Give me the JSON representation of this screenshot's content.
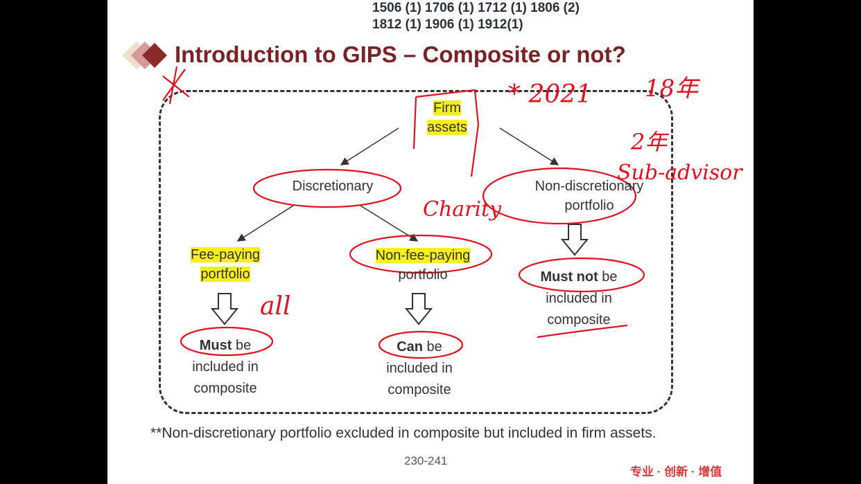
{
  "header_codes": {
    "line1": "1506 (1) 1706 (1) 1712 (1) 1806 (2)",
    "line2": "1812 (1) 1906 (1) 1912(1)"
  },
  "title": "Introduction to GIPS – Composite or not?",
  "nodes": {
    "firm_assets": [
      "Firm",
      "assets"
    ],
    "discretionary": "Discretionary",
    "non_discretionary": [
      "Non-discretionary",
      "portfolio"
    ],
    "fee_paying": [
      "Fee-paying",
      "portfolio"
    ],
    "non_fee_paying": [
      "Non-fee-paying",
      "portfolio"
    ],
    "must": {
      "bold": "Must",
      "rest": " be",
      "l2": "included in",
      "l3": "composite"
    },
    "can": {
      "bold": "Can",
      "rest": " be",
      "l2": "included in",
      "l3": "composite"
    },
    "must_not": {
      "bold": "Must not",
      "rest": " be",
      "l2": "included in",
      "l3": "composite"
    }
  },
  "footnote": "**Non-discretionary portfolio excluded in composite but included in firm assets.",
  "page_ref": "230-241",
  "slogan": "专业 · 创新 · 增值",
  "annotations": {
    "year": "* 2021",
    "right1": "18年",
    "right2": "2年",
    "sub_advisor": "Sub-advisor",
    "charity": "Charity",
    "all": "all"
  },
  "colors": {
    "title": "#7b2226",
    "ink": "#e0101e",
    "highlight": "#f7f01e"
  }
}
